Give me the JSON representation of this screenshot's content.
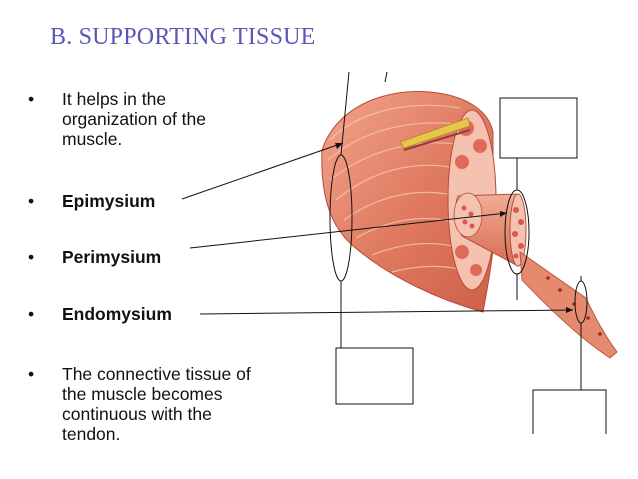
{
  "slide": {
    "title": "B. SUPPORTING TISSUE",
    "bullets": [
      {
        "lines": [
          "It helps in the",
          "organization of the",
          "muscle."
        ],
        "bold": false
      },
      {
        "lines": [
          "Epimysium"
        ],
        "bold": true
      },
      {
        "lines": [
          "Perimysium"
        ],
        "bold": true
      },
      {
        "lines": [
          "Endomysium"
        ],
        "bold": true
      },
      {
        "lines": [
          "The connective tissue of",
          "the muscle becomes",
          "continuous with the",
          "tendon."
        ],
        "bold": false
      }
    ],
    "bullet_symbol": "•"
  },
  "colors": {
    "title": "#5a57b5",
    "muscle": "#e8846a",
    "muscle_dark": "#c95a45",
    "muscle_light": "#f4b8a4",
    "fiber_dot": "#b83a3a"
  }
}
